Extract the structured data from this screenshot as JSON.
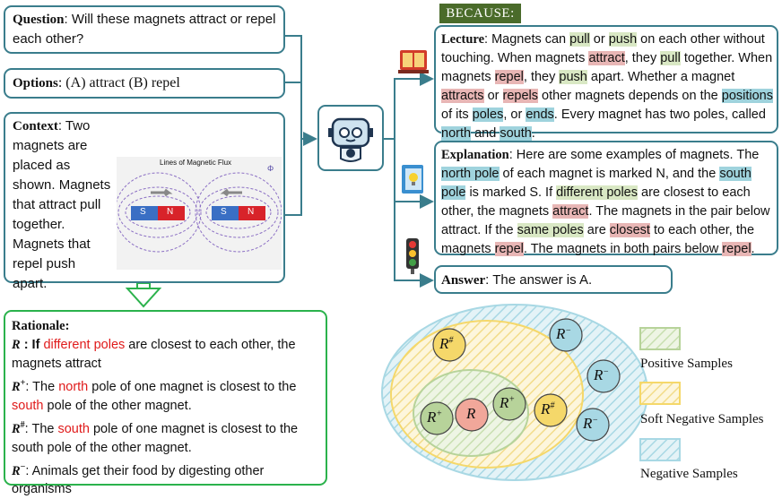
{
  "question": {
    "label": "Question",
    "text": ": Will these magnets attract or repel each other?"
  },
  "options": {
    "label": "Options",
    "text": ": (A) attract (B) repel"
  },
  "context": {
    "label": "Context",
    "text": ": Two magnets are placed as shown. Magnets that attract pull together. Magnets that repel push apart.",
    "figure_title": "Lines of Magnetic Flux",
    "phi": "Φ",
    "s": "S",
    "n": "N"
  },
  "because": "BECAUSE:",
  "lecture": {
    "label": "Lecture"
  },
  "explanation": {
    "label": "Explanation"
  },
  "answer": {
    "label": "Answer",
    "text": ": The answer is A."
  },
  "rationale": {
    "title": "Rationale:",
    "r": "R",
    "r_text_a": " : If ",
    "r_red": "different poles",
    "r_text_b": " are closest to each other, the magnets attract",
    "rp": "R",
    "rp_sup": "+",
    "rp_text_a": ": The ",
    "rp_red1": "north",
    "rp_text_b": " pole of one magnet is closest to the ",
    "rp_red2": "south",
    "rp_text_c": " pole of the other magnet.",
    "rh": "R",
    "rh_sup": "#",
    "rh_text_a": ": The ",
    "rh_red": "south",
    "rh_text_b": " pole of one magnet is closest to the south pole of the other magnet.",
    "rm": "R",
    "rm_sup": "−",
    "rm_text": ": Animals get their food by digesting other organisms"
  },
  "legend": {
    "positive": "Positive Samples",
    "soft": "Soft Negative Samples",
    "negative": "Negative Samples"
  },
  "samples": {
    "r": "R",
    "rp": "R",
    "rp_sup": "+",
    "rh": "R",
    "rh_sup": "#",
    "rm": "R",
    "rm_sup": "−"
  },
  "colors": {
    "teal": "#3a7d8c",
    "green": "#2bb24c",
    "pos": "#b7d39a",
    "soft": "#f5d86a",
    "neg": "#a8d8e4"
  }
}
